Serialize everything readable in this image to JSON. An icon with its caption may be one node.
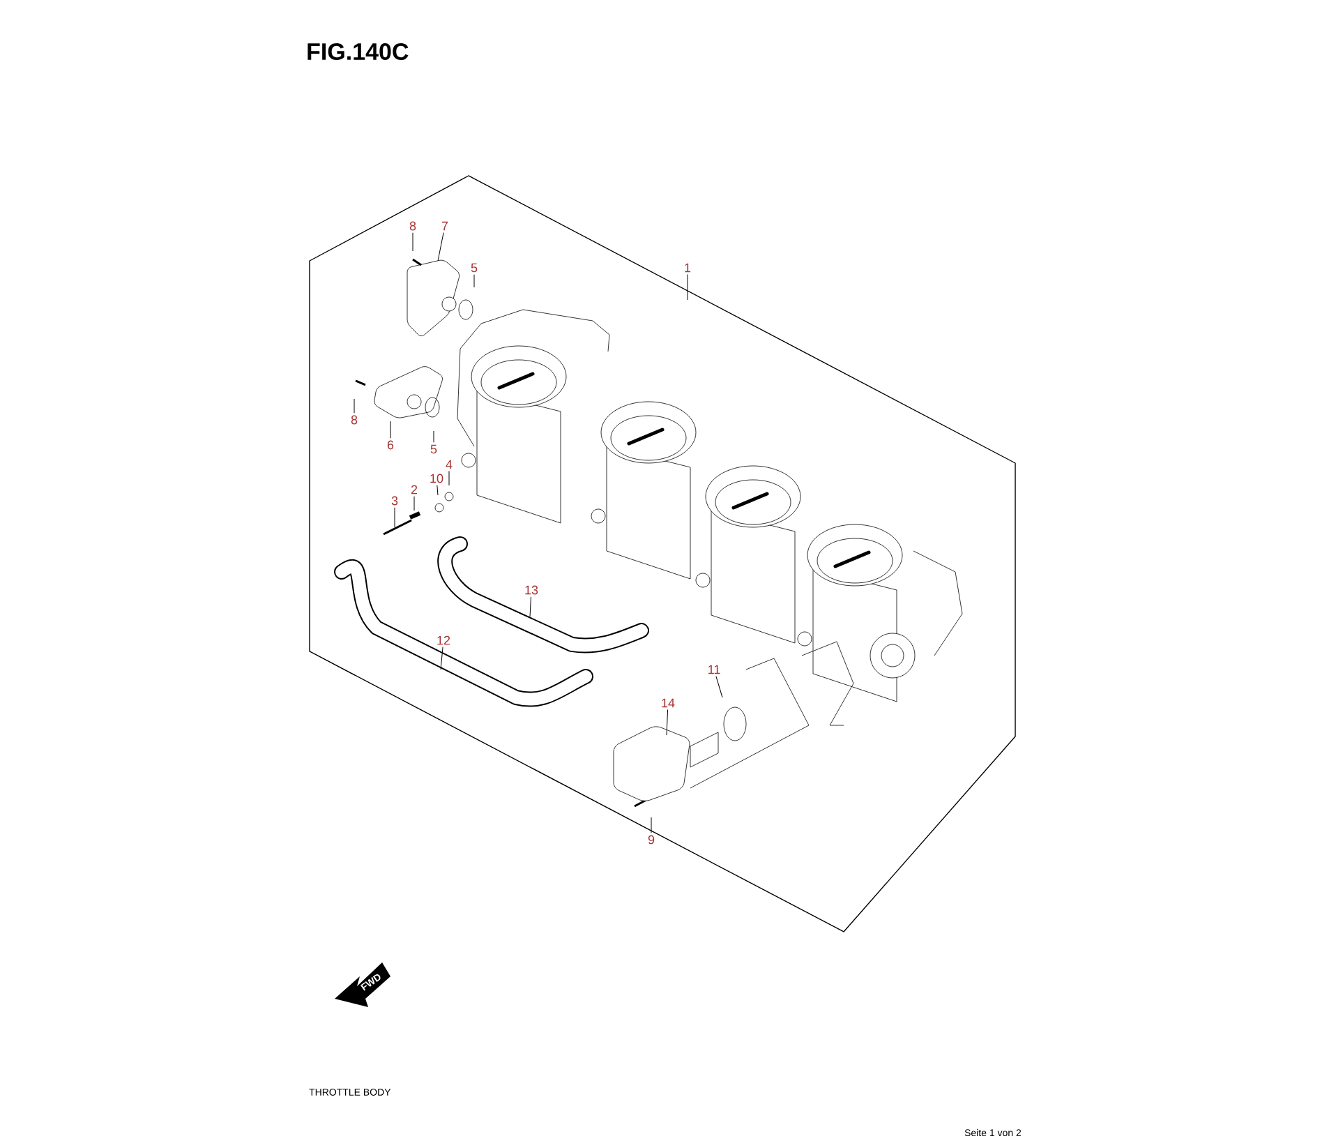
{
  "diagram": {
    "title": "FIG.140C",
    "nodes": [
      {
        "text": [
          "8"
        ]
      },
      {
        "text": [
          "7"
        ]
      },
      {
        "text": [
          "1"
        ]
      },
      {
        "text": [
          "5"
        ]
      },
      {
        "text": [
          "8"
        ]
      },
      {
        "text": [
          "6"
        ]
      },
      {
        "text": [
          "5"
        ]
      },
      {
        "text": [
          "4"
        ]
      },
      {
        "text": [
          "10"
        ]
      },
      {
        "text": [
          "2"
        ]
      },
      {
        "text": [
          "3"
        ]
      },
      {
        "text": [
          "13"
        ]
      },
      {
        "text": [
          "12"
        ]
      },
      {
        "text": [
          "11"
        ]
      },
      {
        "text": [
          "14"
        ]
      },
      {
        "text": [
          "9"
        ]
      }
    ],
    "edges": [
      {
        "from": 0,
        "to": null,
        "arrow": "none"
      },
      {
        "from": 1,
        "to": null,
        "arrow": "none"
      },
      {
        "from": 2,
        "to": null,
        "arrow": "none"
      },
      {
        "from": 3,
        "to": null,
        "arrow": "none"
      },
      {
        "from": 4,
        "to": null,
        "arrow": "none"
      },
      {
        "from": 5,
        "to": null,
        "arrow": "none"
      },
      {
        "from": 6,
        "to": null,
        "arrow": "none"
      },
      {
        "from": 7,
        "to": null,
        "arrow": "none"
      },
      {
        "from": 8,
        "to": null,
        "arrow": "none"
      },
      {
        "from": 9,
        "to": null,
        "arrow": "none"
      },
      {
        "from": 10,
        "to": null,
        "arrow": "none"
      },
      {
        "from": 11,
        "to": null,
        "arrow": "none"
      },
      {
        "from": 12,
        "to": null,
        "arrow": "none"
      },
      {
        "from": 13,
        "to": null,
        "arrow": "none"
      },
      {
        "from": 14,
        "to": null,
        "arrow": "none"
      },
      {
        "from": 15,
        "to": null,
        "arrow": "none"
      }
    ],
    "labels": [
      "FWD",
      "THROTTLE BODY",
      "Seite 1 von 2"
    ]
  }
}
